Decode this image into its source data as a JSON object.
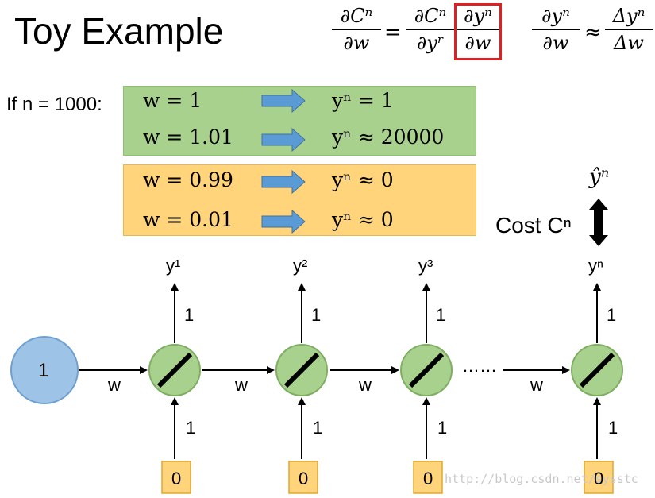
{
  "title": "Toy Example",
  "formula": {
    "lhs_num": "∂Cⁿ",
    "lhs_den": "∂w",
    "eq": "=",
    "t1_num": "∂Cⁿ",
    "t1_den": "∂yʳ",
    "t2_num": "∂yⁿ",
    "t2_den": "∂w",
    "approx_lhs_num": "∂yⁿ",
    "approx_lhs_den": "∂w",
    "approx": "≈",
    "approx_rhs_num": "Δyⁿ",
    "approx_rhs_den": "Δw"
  },
  "condition": "If n = 1000:",
  "cases": [
    {
      "w": "w = 1",
      "y": "yⁿ = 1"
    },
    {
      "w": "w = 1.01",
      "y": "yⁿ ≈ 20000"
    },
    {
      "w": "w = 0.99",
      "y": "yⁿ ≈ 0"
    },
    {
      "w": "w = 0.01",
      "y": "yⁿ ≈ 0"
    }
  ],
  "cost_label": "Cost Cⁿ",
  "yhat": "ŷⁿ",
  "network": {
    "input_node": "1",
    "outputs": [
      "y¹",
      "y²",
      "y³",
      "yⁿ"
    ],
    "weight_label": "w",
    "vertical_weight": "1",
    "inputs": [
      "0",
      "0",
      "0",
      "0"
    ],
    "ellipsis": "……"
  },
  "colors": {
    "green_box": "#a9d18e",
    "orange_box": "#ffd47a",
    "node_green": "#a9d18e",
    "input_blue": "#9dc3e6",
    "arrow_blue": "#5b9bd5",
    "highlight_red": "#e02020"
  },
  "watermark": "http://blog.csdn.net/sysstc"
}
